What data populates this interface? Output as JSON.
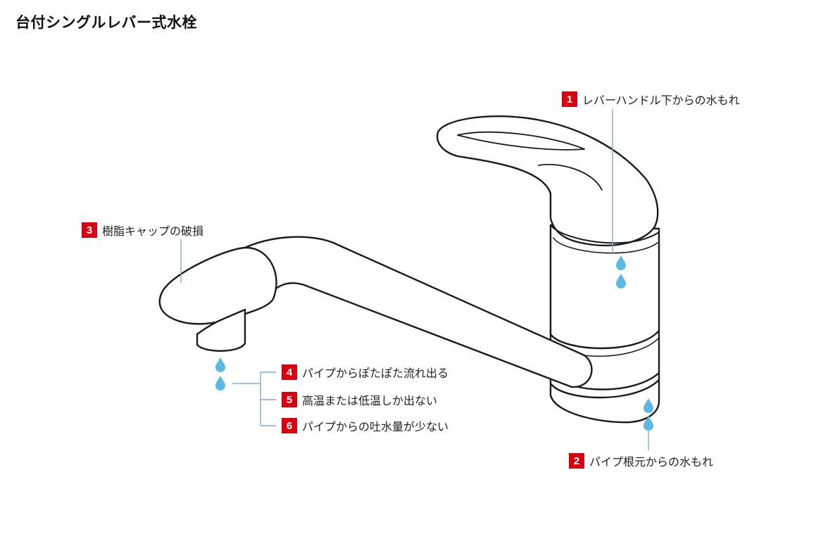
{
  "title": "台付シングルレバー式水栓",
  "colors": {
    "accent": "#d7000f",
    "drop": "#5bb9e3",
    "leader": "#7aaed3"
  },
  "callouts": [
    {
      "num": "1",
      "text": "レバーハンドル下からの水もれ"
    },
    {
      "num": "2",
      "text": "パイプ根元からの水もれ"
    },
    {
      "num": "3",
      "text": "樹脂キャップの破損"
    },
    {
      "num": "4",
      "text": "パイプからぽたぽた流れ出る"
    },
    {
      "num": "5",
      "text": "高温または低温しか出ない"
    },
    {
      "num": "6",
      "text": "パイプからの吐水量が少ない"
    }
  ]
}
